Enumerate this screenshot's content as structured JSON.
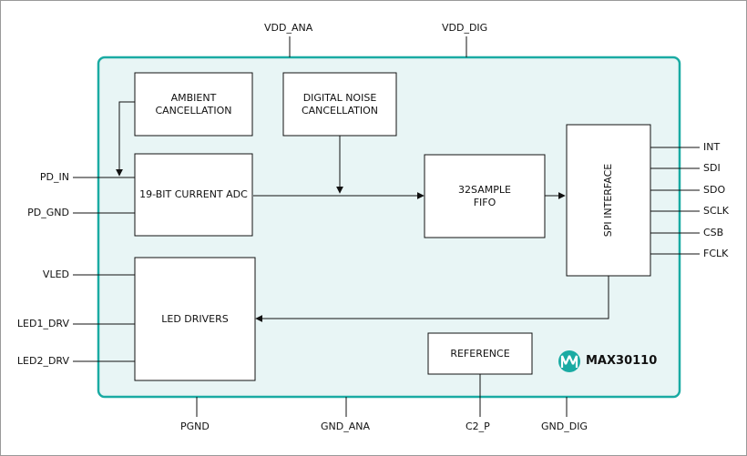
{
  "colors": {
    "chip_border": "#1aaba3",
    "chip_fill": "#e8f5f5",
    "block_fill": "#ffffff",
    "line": "#111111",
    "logo": "#1aaba3"
  },
  "top_pins": {
    "vdd_ana": "VDD_ANA",
    "vdd_dig": "VDD_DIG"
  },
  "bottom_pins": {
    "pgnd": "PGND",
    "gnd_ana": "GND_ANA",
    "c2_p": "C2_P",
    "gnd_dig": "GND_DIG"
  },
  "left_pins": {
    "pd_in": "PD_IN",
    "pd_gnd": "PD_GND",
    "vled": "VLED",
    "led1_drv": "LED1_DRV",
    "led2_drv": "LED2_DRV"
  },
  "right_pins": {
    "int": "INT",
    "sdi": "SDI",
    "sdo": "SDO",
    "sclk": "SCLK",
    "csb": "CSB",
    "fclk": "FCLK"
  },
  "blocks": {
    "ambient": "AMBIENT\nCANCELLATION",
    "digital_noise": "DIGITAL NOISE\nCANCELLATION",
    "adc": "19-BIT CURRENT ADC",
    "fifo": "32SAMPLE\nFIFO",
    "spi": "SPI INTERFACE",
    "led_drivers": "LED DRIVERS",
    "reference": "REFERENCE"
  },
  "brand": {
    "part": "MAX30110",
    "logo_icon": "maxim-logo-icon"
  }
}
